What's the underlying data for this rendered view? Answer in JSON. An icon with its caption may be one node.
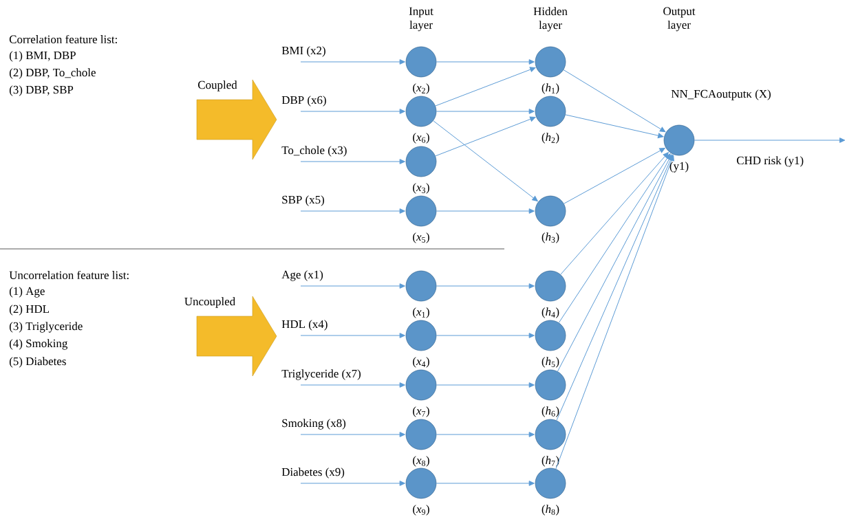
{
  "diagram": {
    "nodes": [
      {
        "text": [
          "BMI (x2)"
        ]
      },
      {
        "text": [
          "DBP (x6)"
        ]
      },
      {
        "text": [
          "To_chole (x3)"
        ]
      },
      {
        "text": [
          "SBP (x5)"
        ]
      },
      {
        "text": [
          "(*x*$_{2}$)"
        ]
      },
      {
        "text": [
          "(*x*$_{6}$)"
        ]
      },
      {
        "text": [
          "(*x*$_{3}$)"
        ]
      },
      {
        "text": [
          "(*x*$_{5}$)"
        ]
      },
      {
        "text": [
          "(*h*$_{1}$)"
        ]
      },
      {
        "text": [
          "(*h*$_{2}$)"
        ]
      },
      {
        "text": [
          "(*h*$_{3}$)"
        ]
      },
      {
        "text": [
          "(y1)"
        ],
        "beside": [
          "NN_FCAoutputκ (X)"
        ]
      },
      {
        "text": [
          "Age (x1)"
        ]
      },
      {
        "text": [
          "HDL (x4)"
        ]
      },
      {
        "text": [
          "Triglyceride (x7)"
        ]
      },
      {
        "text": [
          "Smoking (x8)"
        ]
      },
      {
        "text": [
          "Diabetes (x9)"
        ]
      },
      {
        "text": [
          "(*x*$_{1}$)"
        ]
      },
      {
        "text": [
          "(*x*$_{4}$)"
        ]
      },
      {
        "text": [
          "(*x*$_{7}$)"
        ]
      },
      {
        "text": [
          "(*x*$_{8}$)"
        ]
      },
      {
        "text": [
          "(*x*$_{9}$)"
        ]
      },
      {
        "text": [
          "(*h*$_{4}$)"
        ]
      },
      {
        "text": [
          "(*h*$_{5}$)"
        ]
      },
      {
        "text": [
          "(*h*$_{6}$)"
        ]
      },
      {
        "text": [
          "(*h*$_{7}$)"
        ]
      },
      {
        "text": [
          "(*h*$_{8}$)"
        ]
      }
    ],
    "edges": [
      {
        "from": 0,
        "to": 4,
        "arrow": "to"
      },
      {
        "from": 1,
        "to": 5,
        "arrow": "to"
      },
      {
        "from": 2,
        "to": 6,
        "arrow": "to"
      },
      {
        "from": 3,
        "to": 7,
        "arrow": "to"
      },
      {
        "from": 4,
        "to": 8,
        "arrow": "to"
      },
      {
        "from": 5,
        "to": 8,
        "arrow": "to"
      },
      {
        "from": 5,
        "to": 9,
        "arrow": "to"
      },
      {
        "from": 5,
        "to": 10,
        "arrow": "to"
      },
      {
        "from": 6,
        "to": 9,
        "arrow": "to"
      },
      {
        "from": 7,
        "to": 10,
        "arrow": "to"
      },
      {
        "from": 8,
        "to": 11,
        "arrow": "to"
      },
      {
        "from": 9,
        "to": 11,
        "arrow": "to"
      },
      {
        "from": 10,
        "to": 11,
        "arrow": "to"
      },
      {
        "from": 11,
        "to": null,
        "arrow": "to",
        "label": "CHD risk (y1)"
      },
      {
        "from": 12,
        "to": 17,
        "arrow": "to"
      },
      {
        "from": 13,
        "to": 18,
        "arrow": "to"
      },
      {
        "from": 14,
        "to": 19,
        "arrow": "to"
      },
      {
        "from": 15,
        "to": 20,
        "arrow": "to"
      },
      {
        "from": 16,
        "to": 21,
        "arrow": "to"
      },
      {
        "from": 17,
        "to": 22,
        "arrow": "to"
      },
      {
        "from": 18,
        "to": 23,
        "arrow": "to"
      },
      {
        "from": 19,
        "to": 24,
        "arrow": "to"
      },
      {
        "from": 20,
        "to": 25,
        "arrow": "to"
      },
      {
        "from": 21,
        "to": 26,
        "arrow": "to"
      },
      {
        "from": 22,
        "to": 11,
        "arrow": "to"
      },
      {
        "from": 23,
        "to": 11,
        "arrow": "to"
      },
      {
        "from": 24,
        "to": 11,
        "arrow": "to"
      },
      {
        "from": 25,
        "to": 11,
        "arrow": "to"
      },
      {
        "from": 26,
        "to": 11,
        "arrow": "to"
      }
    ],
    "labels": [
      "Input layer",
      "Hidden layer",
      "Output layer",
      "Correlation feature list:",
      "(1) BMI, DBP",
      "(2) DBP, To_chole",
      "(3) DBP, SBP",
      "Coupled",
      "Uncorrelation feature list:",
      "(1) Age",
      "(2) HDL",
      "(3) Triglyceride",
      "(4) Smoking",
      "(5) Diabetes",
      "Uncoupled"
    ]
  }
}
